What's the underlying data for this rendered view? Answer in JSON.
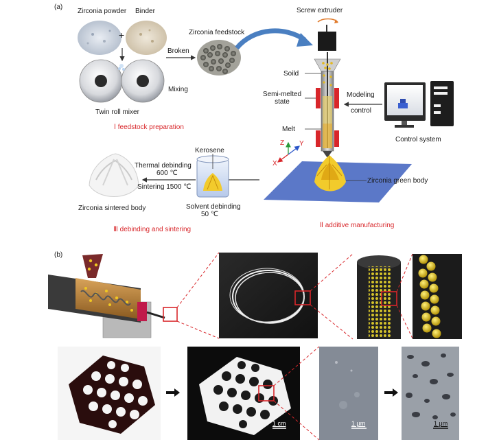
{
  "panel_a": {
    "tag": "(a)",
    "zirconia_powder": "Zirconia powder",
    "binder": "Binder",
    "plus": "+",
    "twin_roll_mixer": "Twin roll mixer",
    "mixing": "Mixing",
    "broken": "Broken",
    "zirconia_feedstock": "Zirconia feedstock",
    "stage_1": "Ⅰ feedstock preparation",
    "screw_extruder": "Screw extruder",
    "solid": "Soild",
    "semi_melted_1": "Semi-melted",
    "semi_melted_2": "state",
    "melt": "Melt",
    "modeling_1": "Modeling",
    "modeling_2": "control",
    "control_system": "Control system",
    "axis_z": "Z",
    "axis_y": "Y",
    "axis_x": "X",
    "kerosene": "Kerosene",
    "thermal_debinding": "Thermal debinding",
    "thermal_temp": "600 ℃",
    "sintering": "Sintering 1500 ℃",
    "solvent_debinding": "Solvent debinding",
    "solvent_temp": "50 ℃",
    "zirconia_sintered_body": "Zirconia sintered body",
    "zirconia_green_body": "Zirconia green body",
    "stage_3": "Ⅲ debinding and sintering",
    "stage_2": "Ⅱ additive manufacturing"
  },
  "panel_b": {
    "tag": "(b)",
    "scale_1": "1 cm",
    "scale_2": "1 μm",
    "scale_3": "1 μm"
  },
  "colors": {
    "accent_red": "#d8262a",
    "arrow_blue": "#4a7fc1",
    "platform_blue": "#5b78c8",
    "zirconia_yellow": "#f2cb2c"
  }
}
